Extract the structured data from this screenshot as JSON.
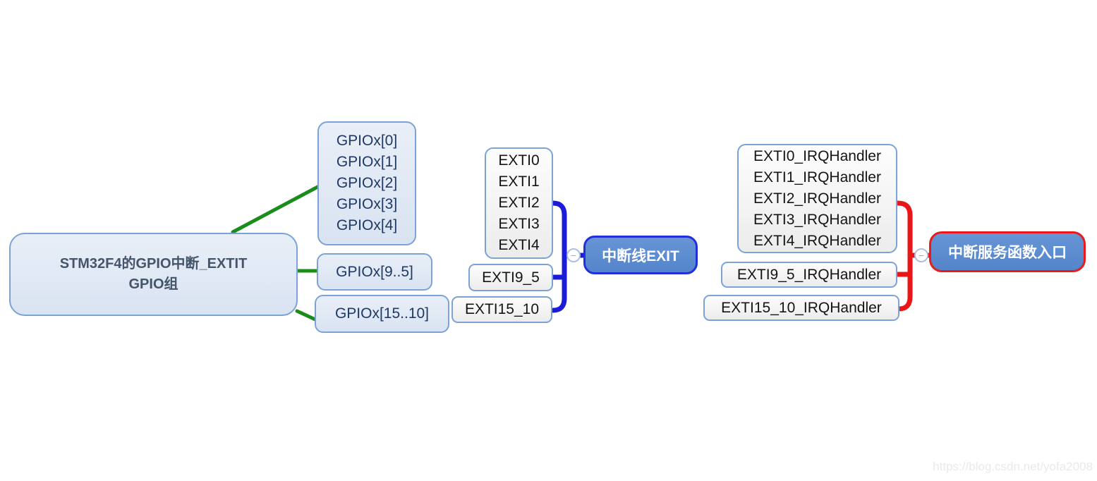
{
  "nodes": {
    "root": {
      "line1": "STM32F4的GPIO中断_EXTIT",
      "line2": "GPIO组"
    },
    "gpio_0_4": {
      "lines": [
        "GPIOx[0]",
        "GPIOx[1]",
        "GPIOx[2]",
        "GPIOx[3]",
        "GPIOx[4]"
      ]
    },
    "gpio_9_5": {
      "label": "GPIOx[9..5]"
    },
    "gpio_15_10": {
      "label": "GPIOx[15..10]"
    },
    "exti_0_4": {
      "lines": [
        "EXTI0",
        "EXTI1",
        "EXTI2",
        "EXTI3",
        "EXTI4"
      ]
    },
    "exti_9_5": {
      "label": "EXTI9_5"
    },
    "exti_15_10": {
      "label": "EXTI15_10"
    },
    "exti_hub": {
      "label": "中断线EXIT"
    },
    "irq_0_4": {
      "lines": [
        "EXTI0_IRQHandler",
        "EXTI1_IRQHandler",
        "EXTI2_IRQHandler",
        "EXTI3_IRQHandler",
        "EXTI4_IRQHandler"
      ]
    },
    "irq_9_5": {
      "label": "EXTI9_5_IRQHandler"
    },
    "irq_15_10": {
      "label": "EXTI15_10_IRQHandler"
    },
    "irq_hub": {
      "label": "中断服务函数入口"
    }
  },
  "toggles": {
    "collapse_symbol": "−"
  },
  "watermark": "https://blog.csdn.net/yofa2008",
  "colors": {
    "node_fill_light_blue": "#dce6f2",
    "node_border_blue": "#7ba3d5",
    "node_fill_white": "#f2f2f2",
    "hub_fill_blue": "#5b8bd0",
    "hub_border_blue": "#2230dc",
    "hub_border_red": "#e81a1a",
    "branch_green": "#1a8c1a",
    "branch_blue": "#1b1bd8",
    "branch_red": "#e81616",
    "root_text": "#44546a",
    "gpio_text": "#1f3864"
  }
}
